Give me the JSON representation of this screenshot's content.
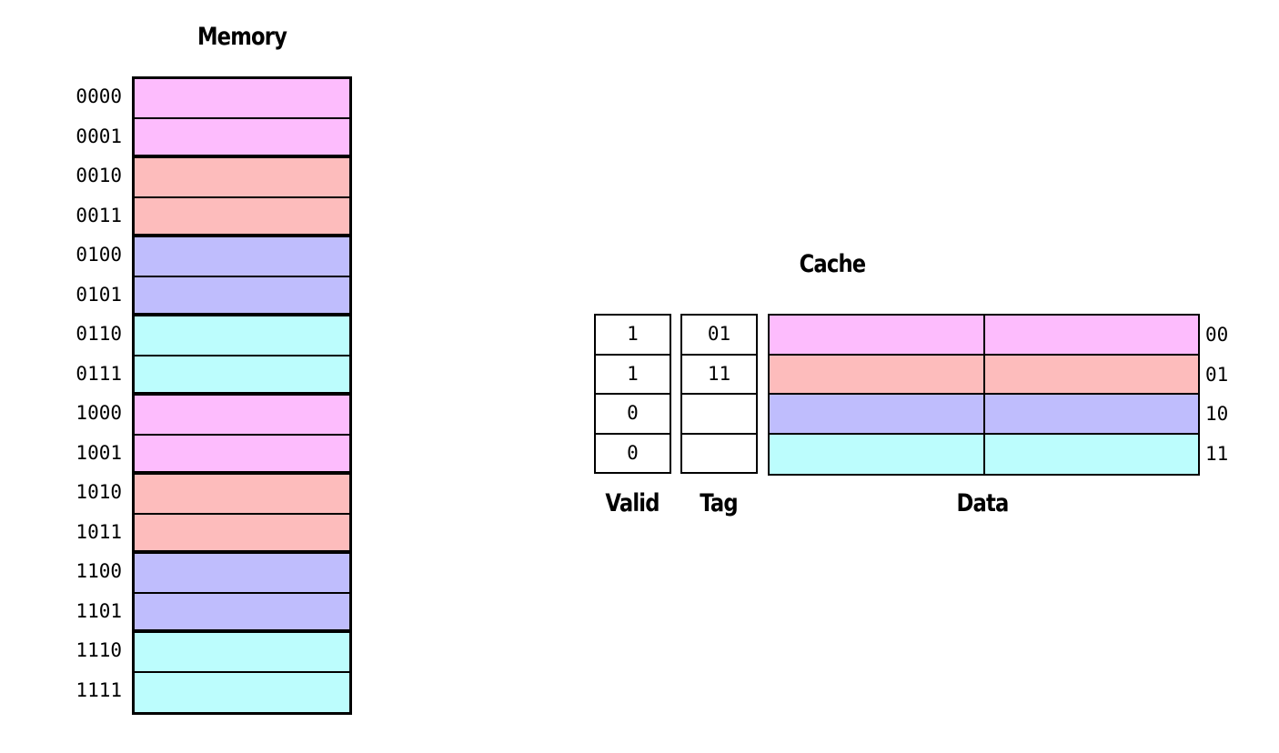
{
  "colors": {
    "pink": "#fdbcfd",
    "salmon": "#fdbcbc",
    "lavender": "#bfbdfd",
    "cyan": "#bcfdfd"
  },
  "memory": {
    "title": "Memory",
    "blocks": [
      {
        "address": "0000",
        "color": "#fdbcfd"
      },
      {
        "address": "0001",
        "color": "#fdbcfd"
      },
      {
        "address": "0010",
        "color": "#fdbcbc"
      },
      {
        "address": "0011",
        "color": "#fdbcbc"
      },
      {
        "address": "0100",
        "color": "#bfbdfd"
      },
      {
        "address": "0101",
        "color": "#bfbdfd"
      },
      {
        "address": "0110",
        "color": "#bcfdfd"
      },
      {
        "address": "0111",
        "color": "#bcfdfd"
      },
      {
        "address": "1000",
        "color": "#fdbcfd"
      },
      {
        "address": "1001",
        "color": "#fdbcfd"
      },
      {
        "address": "1010",
        "color": "#fdbcbc"
      },
      {
        "address": "1011",
        "color": "#fdbcbc"
      },
      {
        "address": "1100",
        "color": "#bfbdfd"
      },
      {
        "address": "1101",
        "color": "#bfbdfd"
      },
      {
        "address": "1110",
        "color": "#bcfdfd"
      },
      {
        "address": "1111",
        "color": "#bcfdfd"
      }
    ]
  },
  "cache": {
    "title": "Cache",
    "valid_label": "Valid",
    "tag_label": "Tag",
    "data_label": "Data",
    "rows": [
      {
        "index": "00",
        "valid": "1",
        "tag": "01",
        "color": "#fdbcfd"
      },
      {
        "index": "01",
        "valid": "1",
        "tag": "11",
        "color": "#fdbcbc"
      },
      {
        "index": "10",
        "valid": "0",
        "tag": "",
        "color": "#bfbdfd"
      },
      {
        "index": "11",
        "valid": "0",
        "tag": "",
        "color": "#bcfdfd"
      }
    ]
  }
}
